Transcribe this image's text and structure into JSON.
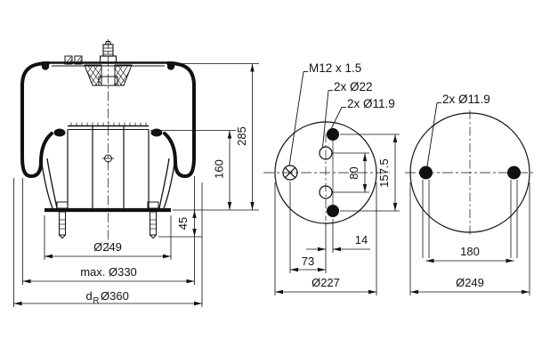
{
  "drawing": {
    "side_view": {
      "dim_total_height": "285",
      "dim_piston_height": "160",
      "dim_stud_length": "45",
      "dim_base_diameter": "Ø249",
      "dim_max_diameter": "max. Ø330",
      "rim_label_d": "d",
      "rim_label_sub": "R",
      "rim_label_value": "Ø360"
    },
    "top_view": {
      "label_thread": "M12 x 1.5",
      "label_holes_large": "2x Ø22",
      "label_holes_small": "2x Ø11.9",
      "dim_inner_spacing": "80",
      "dim_outer_spacing": "157.5",
      "dim_bolt_offset": "14",
      "dim_fitting_offset": "73",
      "dim_plate_diameter": "Ø227"
    },
    "bottom_view": {
      "label_holes": "2x Ø11.9",
      "dim_hole_spacing": "180",
      "dim_plate_diameter": "Ø249"
    }
  }
}
